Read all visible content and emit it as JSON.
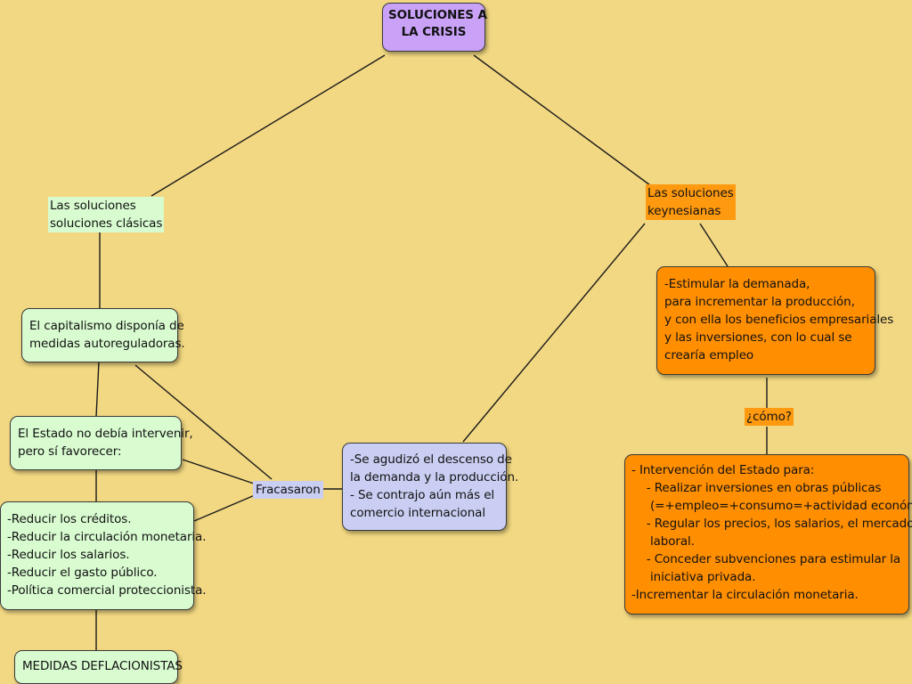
{
  "root": {
    "title": "SOLUCIONES A\nLA CRISIS"
  },
  "classic": {
    "label": "Las soluciones\nsoluciones clásicas",
    "self_regulating": "El capitalismo disponía de\nmedidas autoreguladoras.",
    "state_role": "El Estado no debía intervenir,\npero sí favorecer:",
    "measures": "-Reducir los créditos.\n-Reducir la circulación monetaria.\n-Reducir los salarios.\n-Reducir el gasto público.\n-Política comercial proteccionista.",
    "deflation": "MEDIDAS DEFLACIONISTAS"
  },
  "failure": {
    "label": "Fracasaron",
    "effects": "-Se agudizó el descenso de\nla demanda y la producción.\n- Se contrajo aún más el\ncomercio internacional"
  },
  "keynesian": {
    "label": "Las soluciones\nkeynesianas",
    "goal": "-Estimular la demanada,\npara incrementar la producción,\ny con ella los beneficios empresariales\ny las inversiones, con lo cual se\ncrearía empleo",
    "how_label": "¿cómo?",
    "actions": "- Intervención del Estado para:\n    - Realizar inversiones en obras públicas\n     (=+empleo=+consumo=+actividad económica)\n    - Regular los precios, los salarios, el mercado\n     laboral.\n    - Conceder subvenciones para estimular la\n     iniciativa privada.\n-Incrementar la circulación monetaria."
  },
  "colors": {
    "background": "#f2d882",
    "root": "#c9a2f8",
    "classic": "#d8fbd0",
    "keynesian": "#ff8e00",
    "failure": "#c9cef2"
  }
}
